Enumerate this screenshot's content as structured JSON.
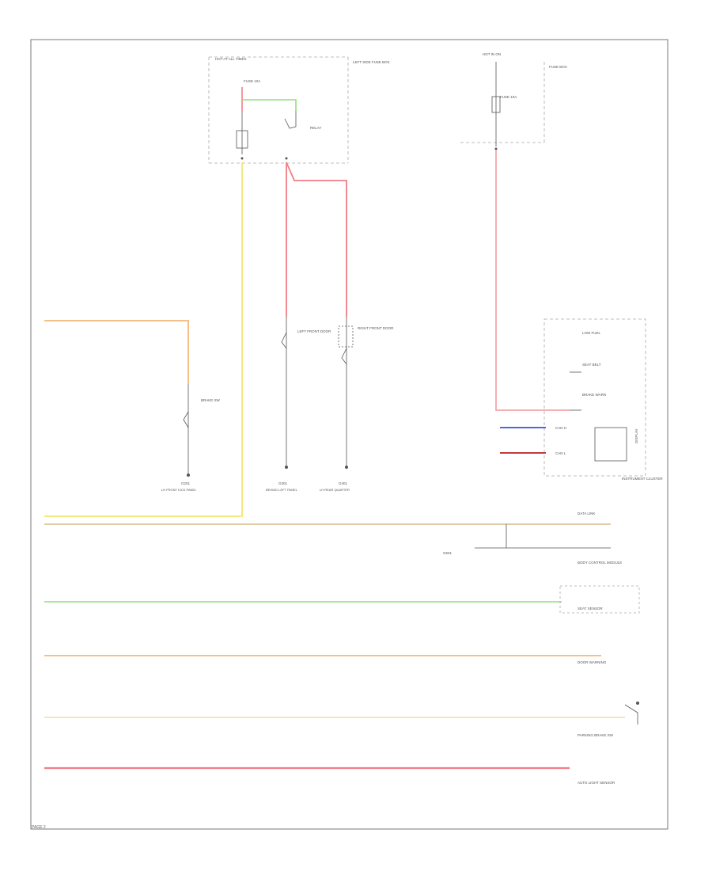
{
  "colors": {
    "border": "#777777",
    "dashed": "#aaaaaa",
    "wire_dark": "#555555",
    "wire_yellow": "#f2e870",
    "wire_pink": "#f5a6ad",
    "wire_red": "#f27d86",
    "wire_green": "#8ee07c",
    "wire_orange": "#f3b777",
    "wire_tan": "#dcc59a",
    "wire_light_yellow": "#ece4b6",
    "wire_blue": "#4d68d8",
    "wire_dark_red": "#c03a3a"
  },
  "labels": {
    "top_module_title": "HOT AT ALL TIMES",
    "top_module_side": "LEFT SIDE FUSE BOX",
    "top_fuse": "FUSE 10A",
    "top_relay": "RELAY",
    "top_right_title": "HOT IN ON",
    "top_right_side": "FUSE BOX",
    "top_right_fuse": "FUSE 10A",
    "switch_1": "BRAKE SW",
    "switch_2": "LEFT FRONT DOOR",
    "switch_3": "RIGHT FRONT DOOR",
    "ground_1": "G201",
    "ground_2": "G301",
    "ground_3": "G401",
    "ground_4": "G501",
    "ground_1_desc": "LH FRONT KICK PANEL",
    "ground_2_desc": "BEHIND LEFT PANEL",
    "ground_3_desc": "LH REAR QUARTER",
    "cluster_title": "INSTRUMENT CLUSTER",
    "cluster_item_1": "LOW FUEL",
    "cluster_item_2": "SEAT BELT",
    "cluster_item_3": "BRAKE WARN",
    "cluster_side": "DISPLAY",
    "cluster_conn_1": "CAN H",
    "cluster_conn_2": "CAN L",
    "bus_label_1": "DATA LINK",
    "bus_label_2": "BODY CONTROL MODULE",
    "bus_label_3": "SEAT SENSOR",
    "bus_label_4": "DOOR WARNING",
    "bus_label_5": "PARKING BRAKE SW",
    "bus_label_6": "AUTO LIGHT SENSOR",
    "footer": "PAGE 2"
  }
}
